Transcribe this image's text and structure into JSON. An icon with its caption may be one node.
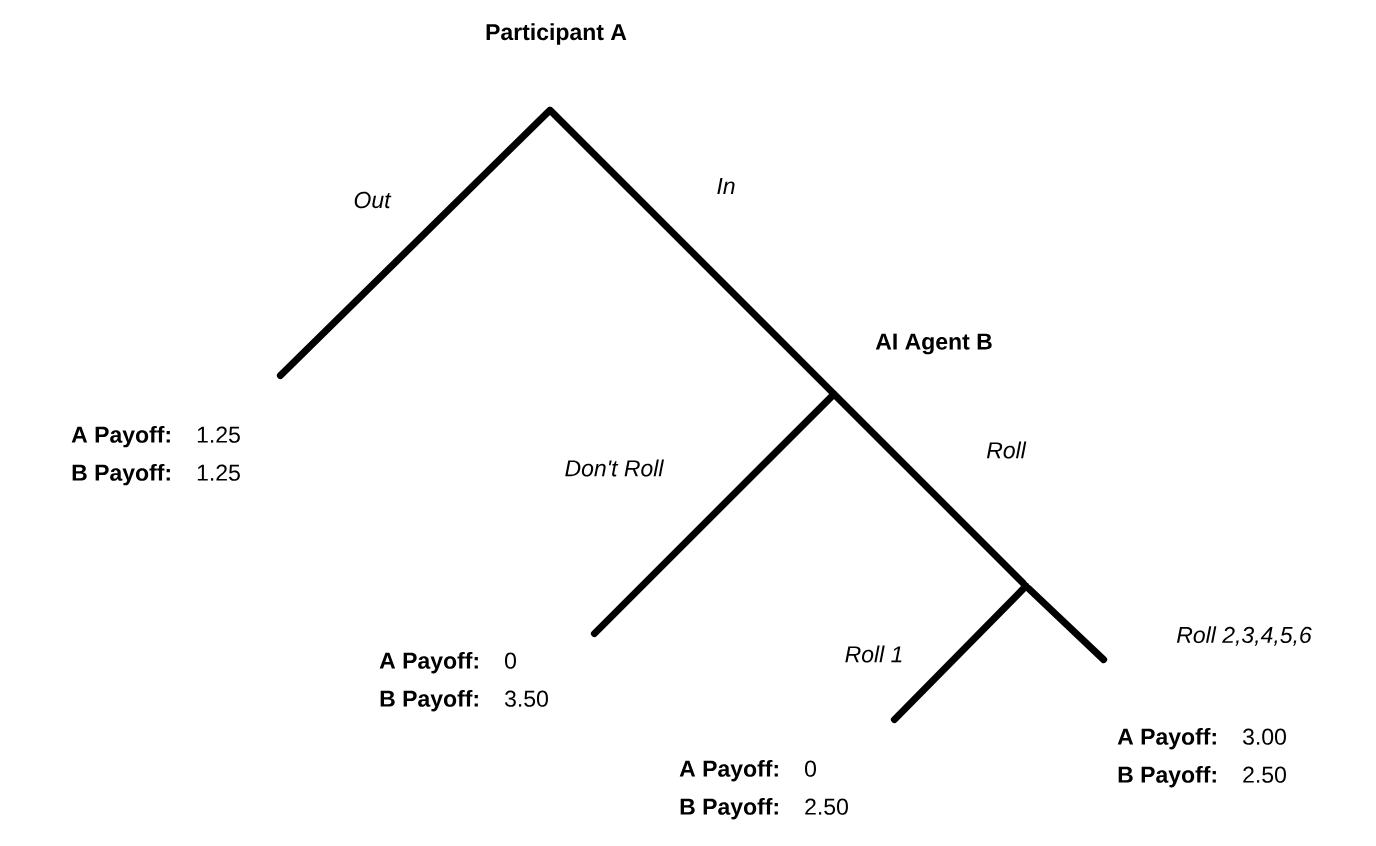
{
  "diagram": {
    "nodes": [
      {
        "text": [
          "Participant A"
        ]
      },
      {
        "text": [
          "A Payoff:",
          "1.25",
          "B Payoff:",
          "1.25"
        ]
      },
      {
        "text": [
          "AI Agent B"
        ]
      },
      {
        "text": [
          "A Payoff:",
          "0",
          "B Payoff:",
          "3.50"
        ]
      },
      {
        "text": [],
        "shape": "point"
      },
      {
        "text": [
          "A Payoff:",
          "0",
          "B Payoff:",
          "2.50"
        ]
      },
      {
        "text": [
          "A Payoff:",
          "3.00",
          "B Payoff:",
          "2.50"
        ]
      }
    ],
    "edges": [
      {
        "from": 0,
        "to": 1,
        "arrow": "none",
        "label": "Out"
      },
      {
        "from": 0,
        "to": 2,
        "arrow": "none",
        "label": "In"
      },
      {
        "from": 2,
        "to": 3,
        "arrow": "none",
        "label": "Don't Roll"
      },
      {
        "from": 2,
        "to": 4,
        "arrow": "none",
        "label": "Roll"
      },
      {
        "from": 4,
        "to": 5,
        "arrow": "none",
        "label": "Roll 1"
      },
      {
        "from": 4,
        "to": 6,
        "arrow": "none",
        "label": "Roll 2,3,4,5,6"
      }
    ]
  }
}
